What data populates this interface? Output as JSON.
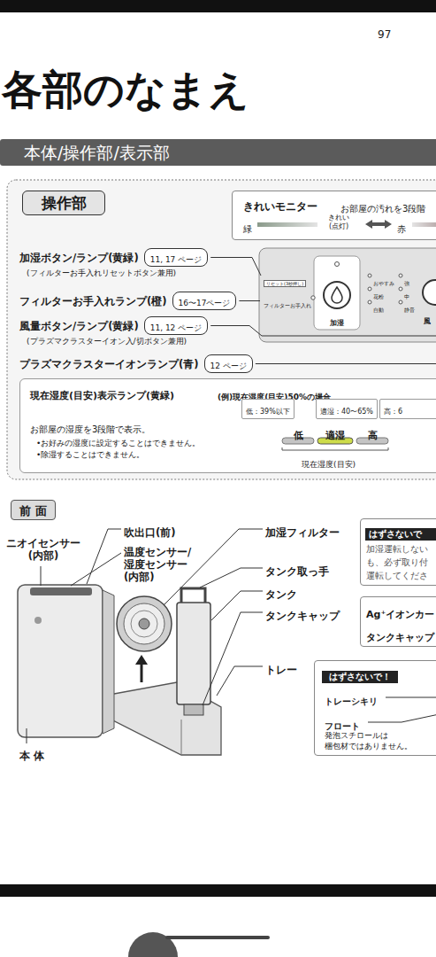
{
  "diagram": {
    "title": "各部のなまえ",
    "nodes": [
      {
        "text": [
          "本体/操作部/表示部"
        ]
      },
      {
        "text": [
          "操作部"
        ]
      },
      {
        "text": [
          "きれいモニター",
          "お部屋の汚れを3段階",
          "緑",
          "きれい (点灯)",
          "赤"
        ]
      },
      {
        "text": [
          "11, 17 ページ"
        ]
      },
      {
        "text": [
          "16〜17ページ"
        ]
      },
      {
        "text": [
          "11, 12 ページ"
        ]
      },
      {
        "text": [
          "12 ページ"
        ]
      },
      {
        "text": [
          "現在湿度(目安)表示ランプ(黄緑)",
          "(例)現在湿度(目安)50%の場合",
          "お部屋の湿度を3段階で表示。",
          "•お好みの湿度に設定することはできません。",
          "•除湿することはできません。",
          "低",
          "適湿",
          "高",
          "現在湿度(目安)"
        ]
      },
      {
        "text": [
          "低：39%以下"
        ],
        "in": 7
      },
      {
        "text": [
          "適湿：40〜65%"
        ],
        "in": 7
      },
      {
        "text": [
          "高：6"
        ],
        "in": 7
      },
      {
        "text": [
          "前 面"
        ]
      },
      {
        "text": [
          "はずさないで",
          "加湿運転しない も、必ず取り付 運転してくださ"
        ]
      },
      {
        "text": [
          "Ag⁺イオンカー",
          "タンクキャップ"
        ]
      },
      {
        "text": [
          "はずさないで！",
          "トレーシキリ",
          "フロート",
          "発泡スチロールは 梱包材ではありません。"
        ]
      }
    ],
    "labels": [
      "97",
      "リセット(3秒押し)",
      "フィルターお手入れ",
      "加湿",
      "おやすみ",
      "強",
      "花粉",
      "中",
      "自動",
      "静音",
      "風",
      "加湿ボタン/ランプ(黄緑)",
      "(フィルターお手入れリセットボタン兼用)",
      "フィルターお手入れランプ(橙)",
      "風量ボタン/ランプ(黄緑)",
      "(プラズマクラスターイオン入/切ボタン兼用)",
      "プラズマクラスターイオンランプ(青)",
      "吹出口(前)",
      "ニオイセンサー (内部)",
      "温度センサー/ 湿度センサー (内部)",
      "加湿フィルター",
      "タンク取っ手",
      "タンク",
      "タンクキャップ",
      "トレー",
      "本 体"
    ]
  }
}
